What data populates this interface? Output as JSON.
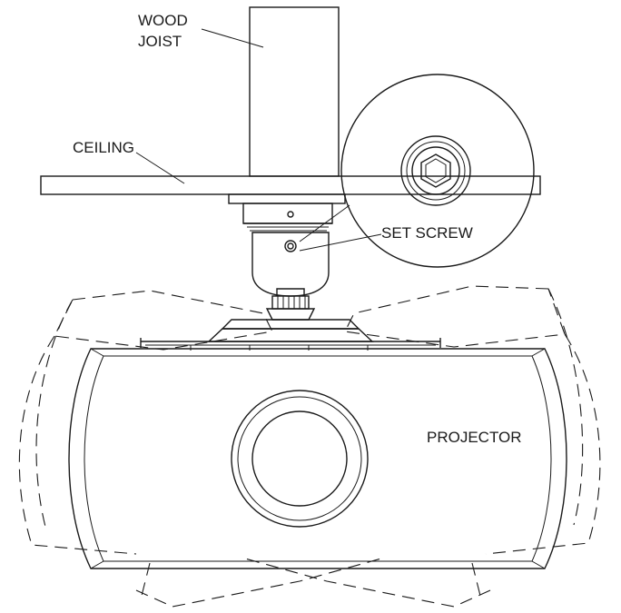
{
  "labels": {
    "wood_joist_line1": "WOOD",
    "wood_joist_line2": "JOIST",
    "ceiling": "CEILING",
    "set_screw": "SET SCREW",
    "projector": "PROJECTOR"
  },
  "colors": {
    "line": "#1a1a1a",
    "background": "#ffffff"
  }
}
